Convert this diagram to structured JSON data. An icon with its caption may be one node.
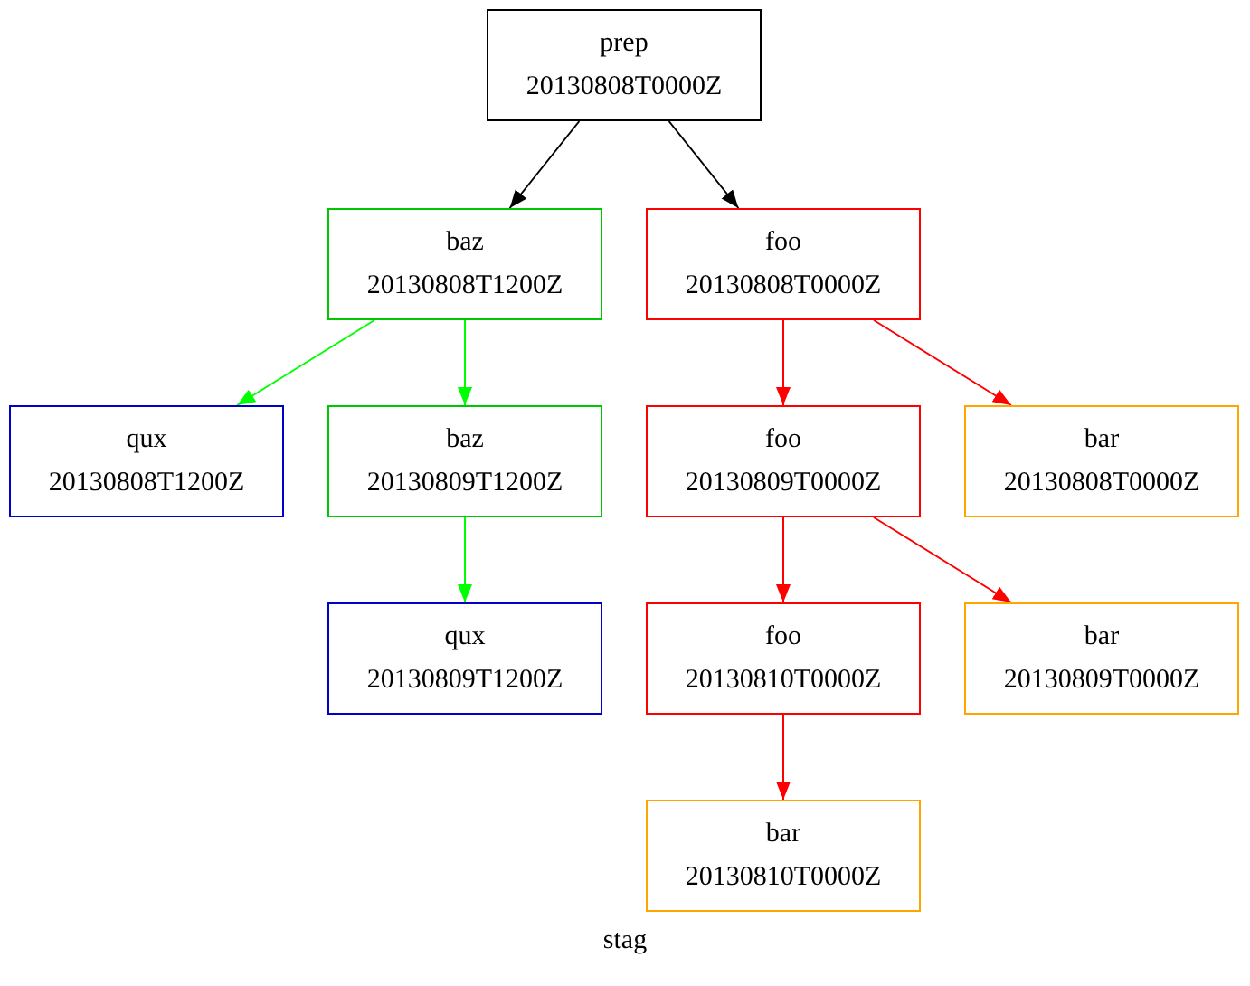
{
  "diagram": {
    "caption": "stag",
    "nodes": [
      {
        "text": [
          "prep",
          "20130808T0000Z"
        ]
      },
      {
        "text": [
          "baz",
          "20130808T1200Z"
        ]
      },
      {
        "text": [
          "foo",
          "20130808T0000Z"
        ]
      },
      {
        "text": [
          "qux",
          "20130808T1200Z"
        ]
      },
      {
        "text": [
          "baz",
          "20130809T1200Z"
        ]
      },
      {
        "text": [
          "foo",
          "20130809T0000Z"
        ]
      },
      {
        "text": [
          "bar",
          "20130808T0000Z"
        ]
      },
      {
        "text": [
          "qux",
          "20130809T1200Z"
        ]
      },
      {
        "text": [
          "foo",
          "20130810T0000Z"
        ]
      },
      {
        "text": [
          "bar",
          "20130809T0000Z"
        ]
      },
      {
        "text": [
          "bar",
          "20130810T0000Z"
        ]
      }
    ],
    "edges": [
      {
        "from": 0,
        "to": 1,
        "arrow": "to",
        "color": "#000000"
      },
      {
        "from": 0,
        "to": 2,
        "arrow": "to",
        "color": "#000000"
      },
      {
        "from": 1,
        "to": 3,
        "arrow": "to",
        "color": "#00ff00"
      },
      {
        "from": 1,
        "to": 4,
        "arrow": "to",
        "color": "#00ff00"
      },
      {
        "from": 2,
        "to": 5,
        "arrow": "to"
      },
      {
        "from": 2,
        "to": 6,
        "arrow": "to"
      },
      {
        "from": 4,
        "to": 7,
        "arrow": "to",
        "color": "#00ff00"
      },
      {
        "from": 5,
        "to": 8,
        "arrow": "to"
      },
      {
        "from": 5,
        "to": 9,
        "arrow": "to"
      },
      {
        "from": 8,
        "to": 10,
        "arrow": "to"
      }
    ]
  }
}
